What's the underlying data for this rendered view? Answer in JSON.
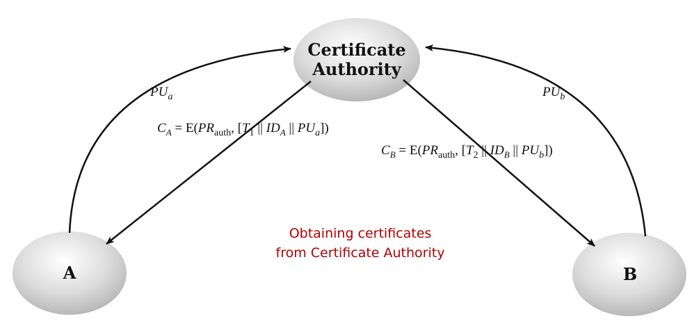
{
  "nodes": {
    "ca_line1": "Certificate",
    "ca_line2": "Authority",
    "a": "A",
    "b": "B"
  },
  "labels": {
    "pu_a": {
      "base": "PU",
      "sub": "a"
    },
    "pu_b": {
      "base": "PU",
      "sub": "b"
    },
    "cert_a": {
      "c": "C",
      "c_sub": "A",
      "eq": " = E(",
      "pr": "PR",
      "pr_sub": "auth",
      "mid": ", [",
      "t": "T",
      "t_sub": "1",
      "sep1": " || ",
      "id": "ID",
      "id_sub": "A",
      "sep2": " || ",
      "pu": "PU",
      "pu_sub": "a",
      "end": "])"
    },
    "cert_b": {
      "c": "C",
      "c_sub": "B",
      "eq": " = E(",
      "pr": "PR",
      "pr_sub": "auth",
      "mid": ", [",
      "t": "T",
      "t_sub": "2",
      "sep1": " || ",
      "id": "ID",
      "id_sub": "B",
      "sep2": " || ",
      "pu": "PU",
      "pu_sub": "b",
      "end": "])"
    }
  },
  "caption": {
    "line1": "Obtaining certificates",
    "line2": "from Certificate Authority"
  },
  "colors": {
    "caption": "#b00000",
    "node_fill": "#d8d8d8"
  }
}
